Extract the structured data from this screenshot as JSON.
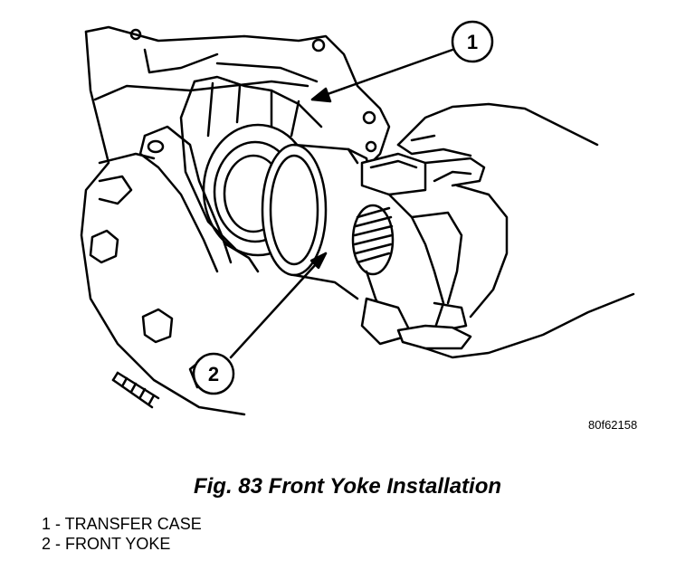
{
  "figure": {
    "ref_code": "80f62158",
    "caption": "Fig. 83 Front Yoke Installation",
    "callouts": [
      {
        "number": "1"
      },
      {
        "number": "2"
      }
    ],
    "legend": [
      {
        "text": "1 - TRANSFER CASE"
      },
      {
        "text": "2 - FRONT YOKE"
      }
    ]
  }
}
